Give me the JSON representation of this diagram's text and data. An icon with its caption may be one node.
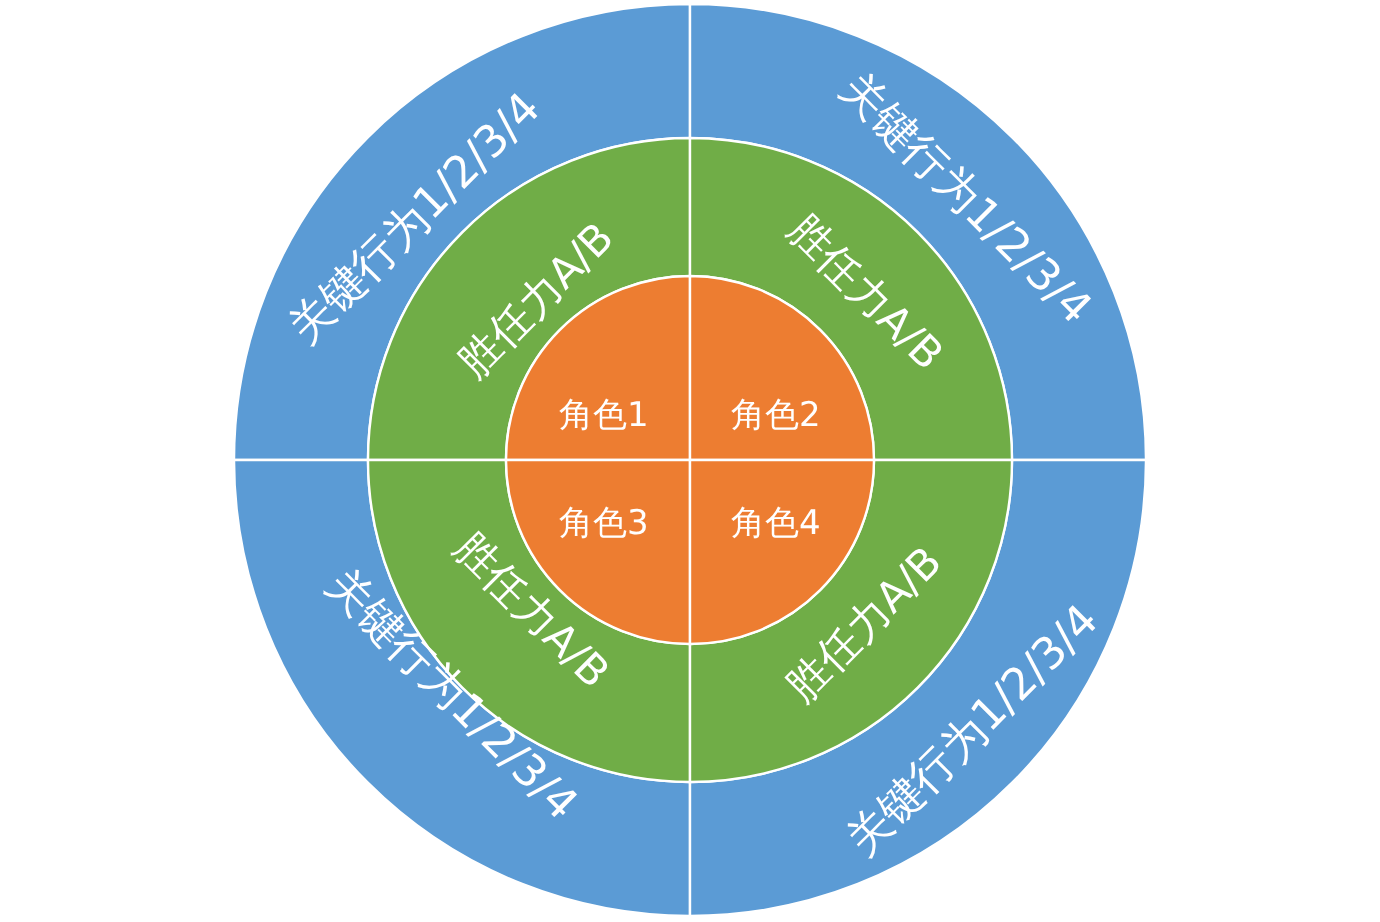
{
  "diagram": {
    "nodes": [
      {
        "text": [
          "关键行为1/2/3/4"
        ]
      },
      {
        "text": [
          "关键行为1/2/3/4"
        ]
      },
      {
        "text": [
          "关键行为1/2/3/4"
        ]
      },
      {
        "text": [
          "关键行为1/2/3/4"
        ]
      },
      {
        "text": [
          "胜任力A/B"
        ]
      },
      {
        "text": [
          "胜任力A/B"
        ]
      },
      {
        "text": [
          "胜任力A/B"
        ]
      },
      {
        "text": [
          "胜任力A/B"
        ]
      },
      {
        "text": [
          "角色1"
        ]
      },
      {
        "text": [
          "角色2"
        ]
      },
      {
        "text": [
          "角色3"
        ]
      },
      {
        "text": [
          "角色4"
        ]
      }
    ]
  }
}
